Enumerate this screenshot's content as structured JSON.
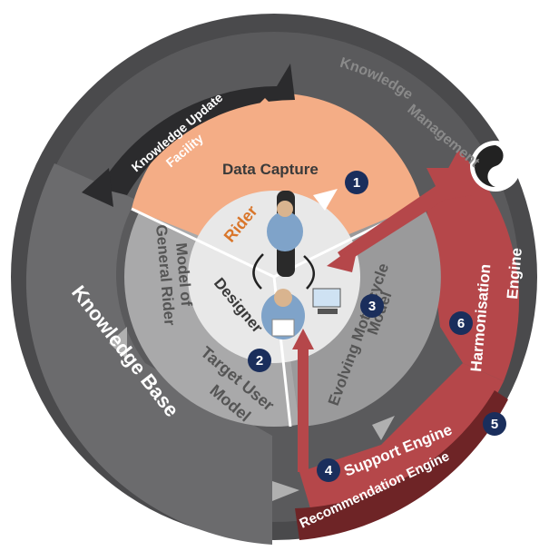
{
  "labels": {
    "knowledge_management": [
      "Knowledge",
      "Management"
    ],
    "knowledge_update": [
      "Knowledge Update",
      "Facility"
    ],
    "data_capture": "Data Capture",
    "rider": "Rider",
    "designer": "Designer",
    "model_general_rider": [
      "Model of",
      "General Rider"
    ],
    "target_user_model": [
      "Target User",
      "Model"
    ],
    "evolving_motorcycle": [
      "Evolving Motorcycle",
      "Model"
    ],
    "harmonisation_engine": [
      "Harmonisation",
      "Engine"
    ],
    "support_engine": "Support  Engine",
    "recommendation_engine": "Recommendation  Engine",
    "knowledge_base": "Knowledge Base"
  },
  "badges": {
    "b1": "1",
    "b2": "2",
    "b3": "3",
    "b4": "4",
    "b5": "5",
    "b6": "6"
  },
  "colors": {
    "outer_ring": "#5a5a5c",
    "outer_ring_dark": "#3e3e40",
    "knowledge_base": "#6b6b6d",
    "inner_ring": "#a9a9aa",
    "center": "#e8e8e8",
    "data_capture": "#f4ad86",
    "engine_red": "#b5474a",
    "engine_dark_red": "#6e2426",
    "badge": "#1a2e5c"
  }
}
